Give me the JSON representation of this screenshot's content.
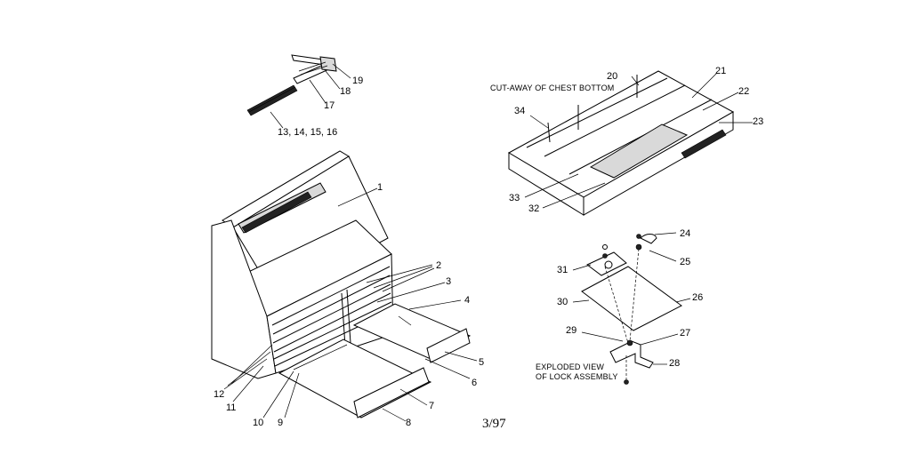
{
  "captions": {
    "cutaway": "CUT-AWAY OF CHEST BOTTOM",
    "exploded_line1": "EXPLODED VIEW",
    "exploded_line2": "OF LOCK ASSEMBLY",
    "date": "3/97"
  },
  "labels": {
    "p1": "1",
    "p2": "2",
    "p3": "3",
    "p4": "4",
    "p5": "5",
    "p6": "6",
    "p7": "7",
    "p8": "8",
    "p9": "9",
    "p10": "10",
    "p11": "11",
    "p12": "12",
    "p13_16": "13, 14, 15, 16",
    "p17": "17",
    "p18": "18",
    "p19": "19",
    "p20": "20",
    "p21": "21",
    "p22": "22",
    "p23": "23",
    "p24": "24",
    "p25": "25",
    "p26": "26",
    "p27": "27",
    "p28": "28",
    "p29": "29",
    "p30": "30",
    "p31": "31",
    "p32": "32",
    "p33": "33",
    "p34": "34"
  }
}
